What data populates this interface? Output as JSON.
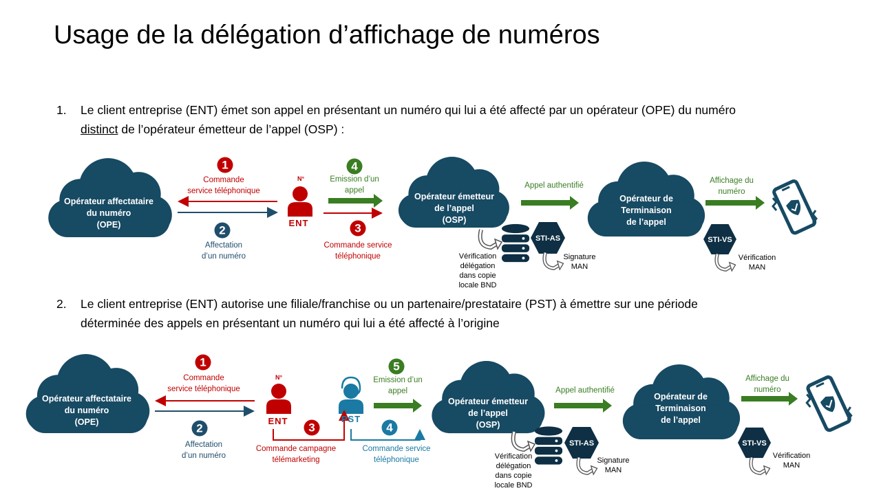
{
  "title": "Usage de la délégation d’affichage de numéros",
  "items": [
    {
      "number": "1.",
      "line1": "Le client entreprise (ENT) émet son appel en présentant un numéro qui lui a été affecté par un opérateur (OPE) du numéro",
      "underlined": "distinct",
      "line2_rest": " de l’opérateur émetteur de l’appel (OSP) :"
    },
    {
      "number": "2.",
      "text": "Le client entreprise (ENT) autorise une filiale/franchise ou un partenaire/prestataire (PST) à émettre sur une période\ndéterminée des appels en présentant un numéro qui lui a été affecté à l’origine"
    }
  ],
  "colors": {
    "navy": "#174a63",
    "red": "#c00000",
    "green": "#3a7d22",
    "blue": "#1a7aa3",
    "hex": "#0e2f44"
  },
  "diagram1": {
    "ope": "Opérateur affectataire\ndu numéro\n(OPE)",
    "step1": {
      "n": "1",
      "label": "Commande\nservice téléphonique"
    },
    "step2": {
      "n": "2",
      "label": "Affectation\nd’un numéro"
    },
    "num_sign": "N°",
    "ent": "ENT",
    "step4": {
      "n": "4",
      "label": "Emission d’un\nappel"
    },
    "step3": {
      "n": "3",
      "label": "Commande service\ntéléphonique"
    },
    "osp": "Opérateur émetteur\nde l’appel\n(OSP)",
    "sti_as": "STI-AS",
    "verif_bnd": "Vérification\ndélégation\ndans copie\nlocale BND",
    "signature": "Signature\nMAN",
    "appel_auth": "Appel authentifié",
    "term": "Opérateur de\nTerminaison\nde l’appel",
    "sti_vs": "STI-VS",
    "verif_man": "Vérification\nMAN",
    "affichage": "Affichage du\nnuméro"
  },
  "diagram2": {
    "ope": "Opérateur affectataire\ndu numéro\n(OPE)",
    "step1": {
      "n": "1",
      "label": "Commande\nservice téléphonique"
    },
    "step2": {
      "n": "2",
      "label": "Affectation\nd’un numéro"
    },
    "num_sign": "N°",
    "ent": "ENT",
    "pst": "PST",
    "step3": {
      "n": "3",
      "label": "Commande campagne\ntélémarketing"
    },
    "step4": {
      "n": "4",
      "label": "Commande service\ntéléphonique"
    },
    "step5": {
      "n": "5",
      "label": "Emission d’un\nappel"
    },
    "osp": "Opérateur émetteur\nde l’appel\n(OSP)",
    "sti_as": "STI-AS",
    "verif_bnd": "Vérification\ndélégation\ndans copie\nlocale BND",
    "signature": "Signature\nMAN",
    "appel_auth": "Appel authentifié",
    "term": "Opérateur de\nTerminaison\nde l’appel",
    "sti_vs": "STI-VS",
    "verif_man": "Vérification\nMAN",
    "affichage": "Affichage du\nnuméro"
  }
}
